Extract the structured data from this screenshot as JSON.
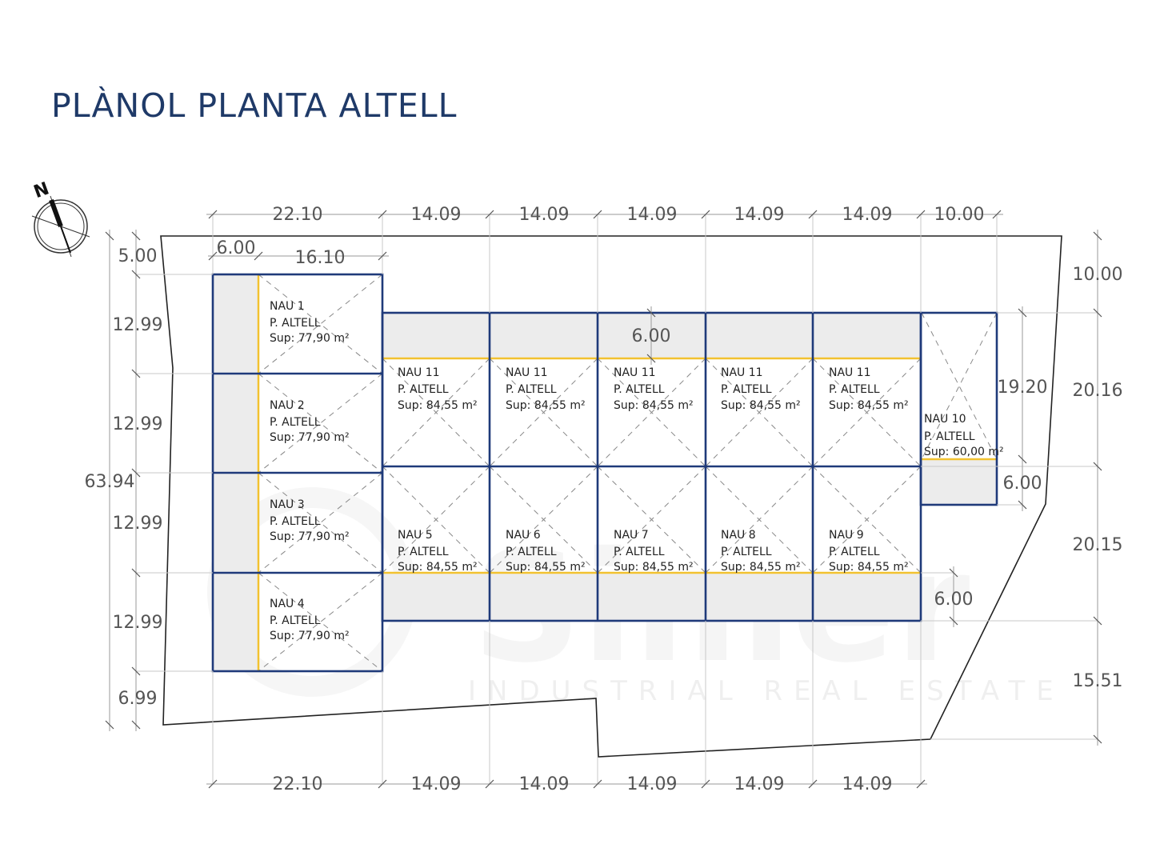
{
  "title": "PLÀNOL PLANTA ALTELL",
  "compass_label": "N",
  "watermark": {
    "brand": "Simer",
    "tagline": "INDUSTRIAL REAL ESTATE"
  },
  "colors": {
    "title": "#1f3a68",
    "walls": "#1f3a7a",
    "accent": "#f2c230",
    "fill": "#ececec",
    "dim": "#555555"
  },
  "dimensions": {
    "top": [
      "22.10",
      "14.09",
      "14.09",
      "14.09",
      "14.09",
      "14.09",
      "10.00"
    ],
    "top_inner": [
      "6.00",
      "16.10"
    ],
    "bottom": [
      "22.10",
      "14.09",
      "14.09",
      "14.09",
      "14.09",
      "14.09"
    ],
    "left": [
      "5.00",
      "12.99",
      "12.99",
      "12.99",
      "12.99",
      "6.99"
    ],
    "left_total": "63.94",
    "right": [
      "10.00",
      "20.16",
      "20.15",
      "15.51"
    ],
    "inner": {
      "nau10_height": "19.20",
      "nau10_bottom": "6.00",
      "top_strip": "6.00",
      "bottom_strip": "6.00"
    }
  },
  "units": [
    {
      "name": "NAU 1",
      "floor": "P. ALTELL",
      "area": "Sup: 77,90 m²"
    },
    {
      "name": "NAU 2",
      "floor": "P. ALTELL",
      "area": "Sup: 77,90 m²"
    },
    {
      "name": "NAU 3",
      "floor": "P. ALTELL",
      "area": "Sup: 77,90 m²"
    },
    {
      "name": "NAU 4",
      "floor": "P. ALTELL",
      "area": "Sup: 77,90 m²"
    },
    {
      "name": "NAU 11",
      "floor": "P. ALTELL",
      "area": "Sup: 84,55 m²"
    },
    {
      "name": "NAU 11",
      "floor": "P. ALTELL",
      "area": "Sup: 84,55 m²"
    },
    {
      "name": "NAU 11",
      "floor": "P. ALTELL",
      "area": "Sup: 84,55 m²"
    },
    {
      "name": "NAU 11",
      "floor": "P. ALTELL",
      "area": "Sup: 84,55 m²"
    },
    {
      "name": "NAU 11",
      "floor": "P. ALTELL",
      "area": "Sup: 84,55 m²"
    },
    {
      "name": "NAU 10",
      "floor": "P. ALTELL",
      "area": "Sup: 60,00 m²"
    },
    {
      "name": "NAU 5",
      "floor": "P. ALTELL",
      "area": "Sup: 84,55 m²"
    },
    {
      "name": "NAU 6",
      "floor": "P. ALTELL",
      "area": "Sup: 84,55 m²"
    },
    {
      "name": "NAU 7",
      "floor": "P. ALTELL",
      "area": "Sup: 84,55 m²"
    },
    {
      "name": "NAU 8",
      "floor": "P. ALTELL",
      "area": "Sup: 84,55 m²"
    },
    {
      "name": "NAU 9",
      "floor": "P. ALTELL",
      "area": "Sup: 84,55 m²"
    }
  ]
}
